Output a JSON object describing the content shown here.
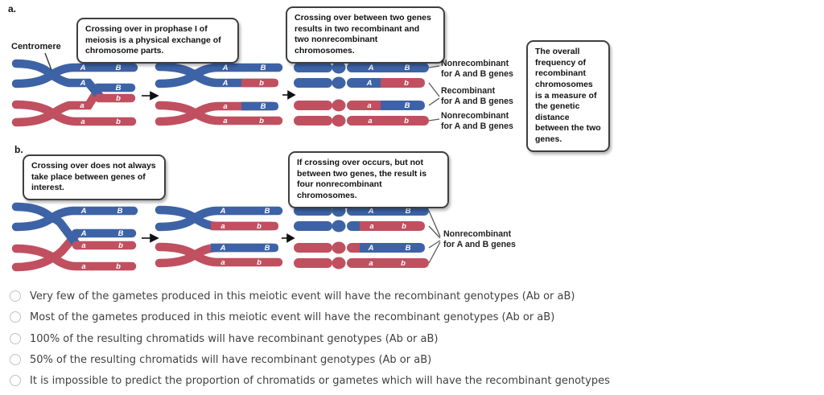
{
  "figure": {
    "part_a_label": "a.",
    "part_b_label": "b.",
    "centromere_label": "Centromere",
    "genes": {
      "A": "A",
      "B": "B",
      "a": "a",
      "b": "b"
    },
    "callouts": {
      "a1": "Crossing over in prophase I of meiosis is a physical exchange of chromosome parts.",
      "a2": "Crossing over between two genes results in two recombinant and two nonrecombinant chromosomes.",
      "a3": "The overall frequency of recombinant chromosomes is a measure of the genetic distance between the two genes.",
      "b1": "Crossing over does not always take place between genes of interest.",
      "b2": "If crossing over occurs, but not between two genes, the result is four nonrecombinant chromosomes."
    },
    "side_labels_a": [
      {
        "title": "Nonrecombinant",
        "subtitle": "for A and B genes"
      },
      {
        "title": "Recombinant",
        "subtitle": "for A and B genes"
      },
      {
        "title": "Nonrecombinant",
        "subtitle": "for A and B genes"
      }
    ],
    "side_label_b": {
      "title": "Nonrecombinant",
      "subtitle": "for A and B genes"
    },
    "colors": {
      "blue": "#3d63a6",
      "red": "#c0505f"
    }
  },
  "question": {
    "options": [
      "Very few of the gametes produced in this meiotic event will have the recombinant genotypes (Ab or aB)",
      "Most of the gametes produced in this meiotic event will have the recombinant genotypes (Ab or aB)",
      "100% of the resulting chromatids will have recombinant genotypes (Ab or aB)",
      "50% of the resulting chromatids will have recombinant genotypes (Ab or aB)",
      "It is impossible to predict the proportion of chromatids or gametes which will have the recombinant genotypes"
    ]
  }
}
